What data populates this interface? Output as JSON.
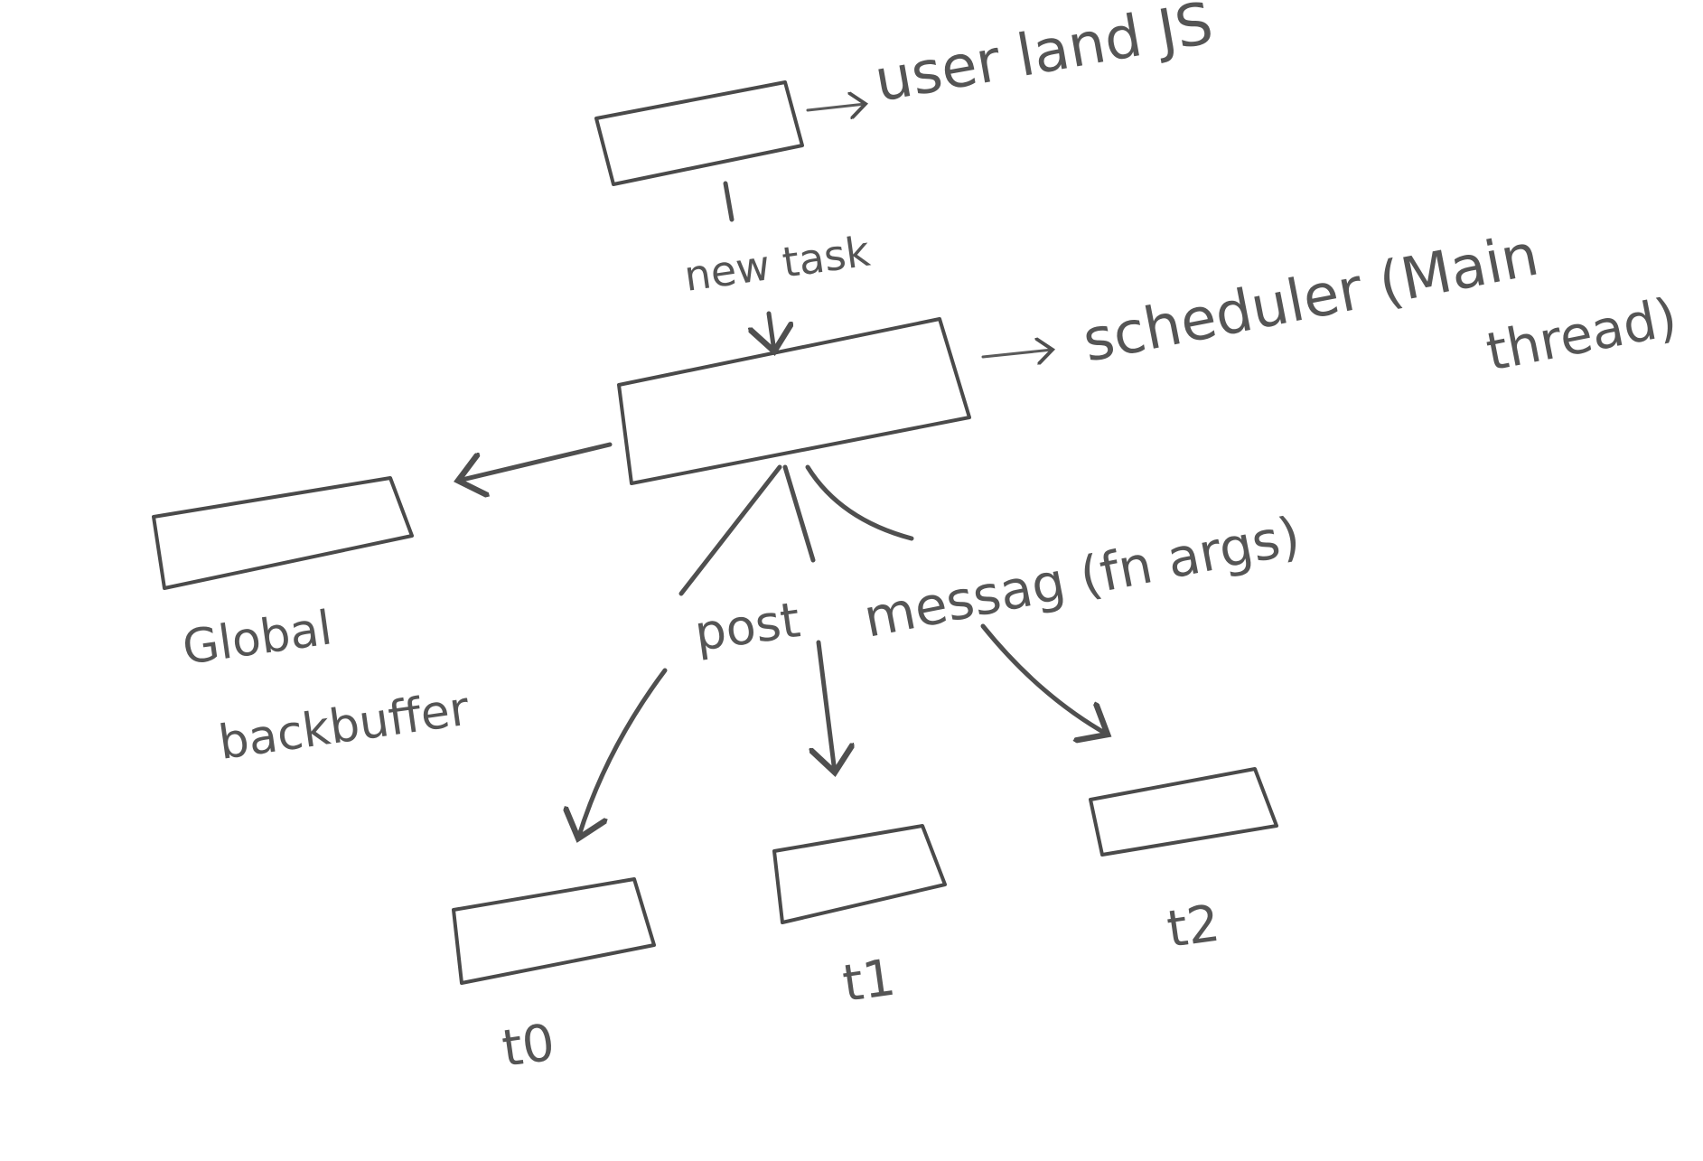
{
  "diagram": {
    "nodes": {
      "user_land": {
        "label": "user land JS"
      },
      "scheduler": {
        "label_line1": "scheduler (Main",
        "label_line2": "thread)"
      },
      "global_backbuffer": {
        "label_line1": "Global",
        "label_line2": "backbuffer"
      },
      "t0": {
        "label": "t0"
      },
      "t1": {
        "label": "t1"
      },
      "t2": {
        "label": "t2"
      }
    },
    "edges": {
      "user_to_scheduler": {
        "label": "new task"
      },
      "scheduler_to_threads": {
        "label_part1": "post",
        "label_part2": "messag (fn args)"
      }
    },
    "stroke_color": "#4a4a4a",
    "background": "#ffffff"
  }
}
